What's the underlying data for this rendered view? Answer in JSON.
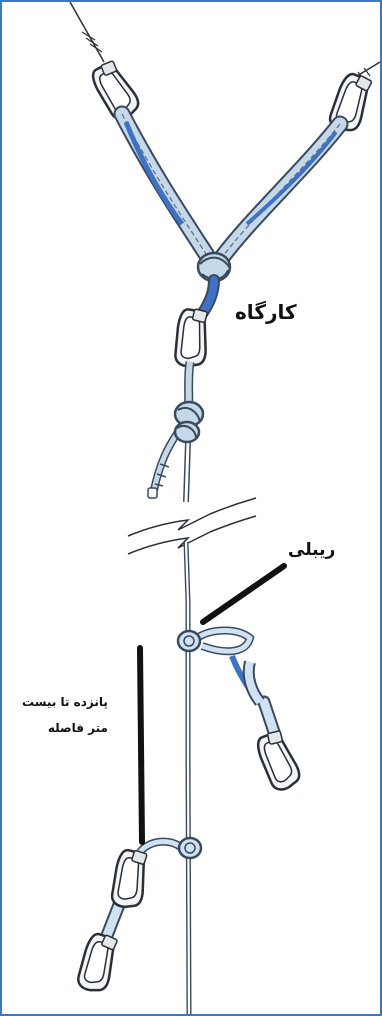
{
  "labels": {
    "anchor": "کارگاه",
    "ribbon": "ریبلی",
    "distance_line1": "پانزده تا بیست",
    "distance_line2": "متر فاصله"
  },
  "colors": {
    "frame": "#3b78c8",
    "rope_fill": "#c5d8ea",
    "rope_outline": "#3a4a5c",
    "sling_fill": "#cfe2f3",
    "accent_blue": "#3f72c4",
    "marker": "#111111"
  }
}
